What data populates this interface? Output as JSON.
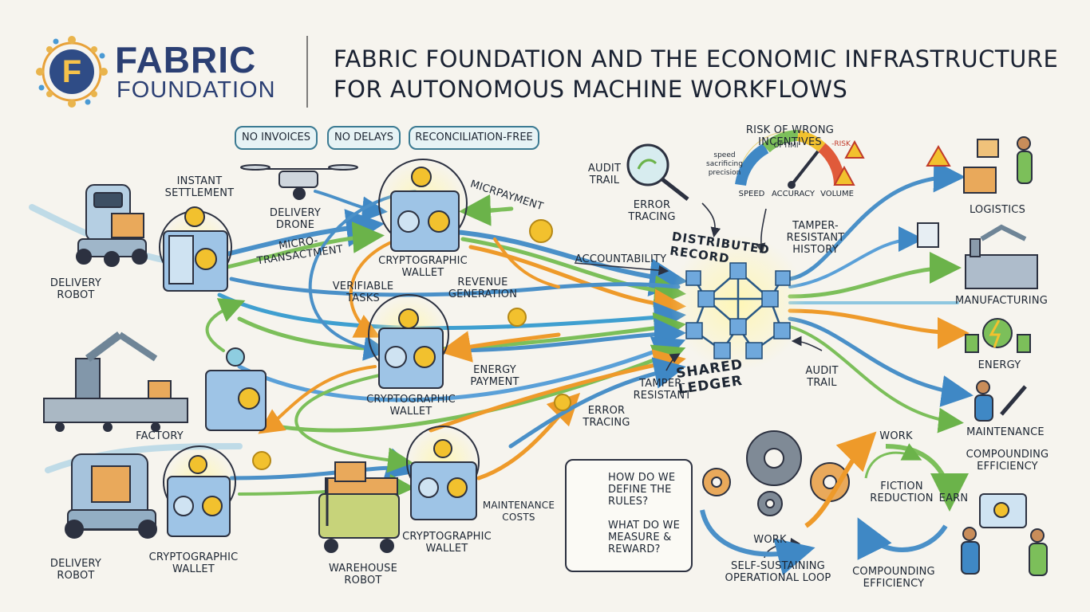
{
  "header": {
    "brand_line1": "FABRIC",
    "brand_line2": "FOUNDATION",
    "logo_letter": "F",
    "title_line1": "FABRIC FOUNDATION AND THE ECONOMIC INFRASTRUCTURE",
    "title_line2": "FOR AUTONOMOUS MACHINE WORKFLOWS"
  },
  "pills": [
    "NO INVOICES",
    "NO DELAYS",
    "RECONCILIATION-FREE"
  ],
  "left_labels": {
    "delivery_robot_top": "DELIVERY ROBOT",
    "instant_settlement": "INSTANT SETTLEMENT",
    "delivery_drone": "DELIVERY DRONE",
    "micro_transaction": "MICRO-TRANSACTMENT",
    "factory": "FACTORY",
    "delivery_robot_bottom": "DELIVERY ROBOT",
    "wallet_bottom_left": "CRYPTOGRAPHIC WALLET",
    "warehouse_robot": "WAREHOUSE ROBOT"
  },
  "middle_labels": {
    "wallet_top": "CRYPTOGRAPHIC WALLET",
    "micropayment": "MICRPAYMENT",
    "verifiable_tasks": "VERIFIABLE TASKS",
    "revenue_generation": "REVENUE GENERATION",
    "wallet_middle": "CRYPTOGRAPHIC WALLET",
    "energy_payment": "ENERGY PAYMENT",
    "error_tracing_mid": "ERROR TRACING",
    "wallet_bottom": "CRYPTOGRAPHIC WALLET",
    "maintenance_costs": "MAINTENANCE COSTS",
    "accountability": "ACCOUNTABILITY"
  },
  "ledger": {
    "audit_trail_top": "AUDIT TRAIL",
    "error_tracing_top": "ERROR TRACING",
    "distributed_record": "DISTRIBUTED RECORD",
    "shared_ledger": "SHARED LEDGER",
    "tamper_resistant": "TAMPER-RESISTANT",
    "tamper_resistant_history": "TAMPER-RESISTANT HISTORY",
    "audit_trail_right": "AUDIT TRAIL"
  },
  "incentives": {
    "title": "RISK OF WRONG INCENTIVES",
    "optimi": "OPTIMI",
    "risk": "-RISK",
    "note": "speed sacrificing precision",
    "speed": "SPEED",
    "accuracy": "ACCURACY",
    "volume": "VOLUME"
  },
  "sectors": [
    "LOGISTICS",
    "MANUFACTURING",
    "ENERGY",
    "MAINTENANCE"
  ],
  "loop": {
    "work_top": "WORK",
    "compounding_right": "COMPOUNDING EFFICIENCY",
    "fiction_reduction": "FICTION REDUCTION",
    "earn": "EARN",
    "work_bottom": "WORK",
    "self_sustaining": "SELF-SUSTAINING OPERATIONAL LOOP",
    "compounding_bottom": "COMPOUNDING EFFICIENCY"
  },
  "questions": {
    "q1": "HOW DO WE DEFINE THE RULES?",
    "q2": "WHAT DO WE MEASURE & REWARD?"
  },
  "colors": {
    "brand": "#2b3f73",
    "flow_blue": "#4a90c8",
    "flow_green": "#7cbf5a",
    "flow_orange": "#f0a030",
    "coin_gold": "#f2c12e",
    "cube_blue": "#6fa8dc"
  },
  "icons": [
    "fabric-logo-icon",
    "drone-icon",
    "robot-icon",
    "wallet-cube-icon",
    "coin-icon",
    "magnifier-icon",
    "gauge-icon",
    "warning-icon",
    "network-cube-icon",
    "gear-icon",
    "question-icon",
    "factory-icon",
    "lightning-icon"
  ]
}
